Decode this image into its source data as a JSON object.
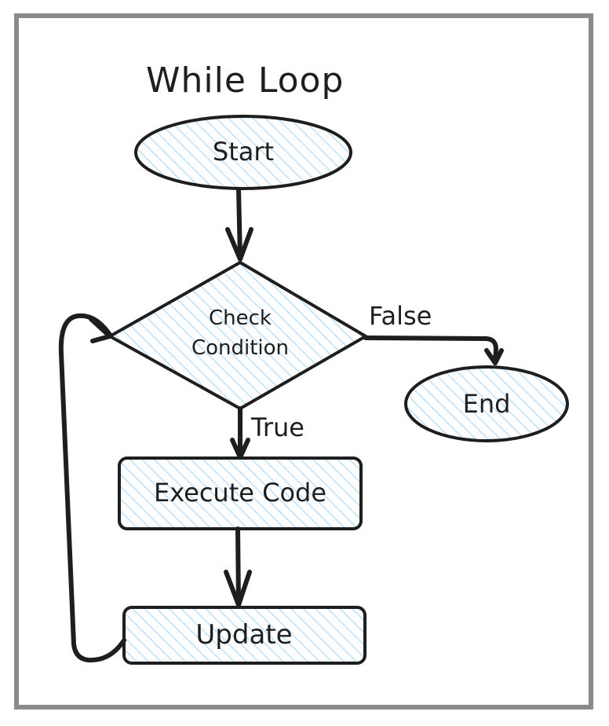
{
  "diagram": {
    "title": "While Loop",
    "nodes": {
      "start": "Start",
      "condition_line1": "Check",
      "condition_line2": "Condition",
      "execute": "Execute Code",
      "update": "Update",
      "end": "End"
    },
    "edges": {
      "false_label": "False",
      "true_label": "True"
    }
  },
  "colors": {
    "stroke": "#1e1e1e",
    "hatch": "#a5d8ff",
    "frame": "#8a8a8a",
    "background": "#ffffff"
  }
}
